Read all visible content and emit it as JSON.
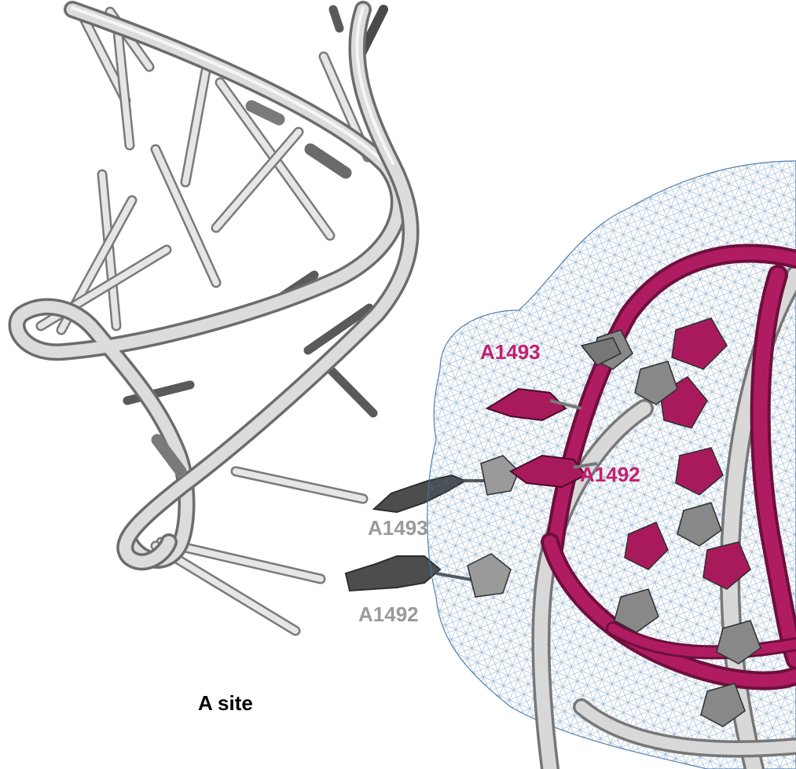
{
  "labels": {
    "site": "A site",
    "free_a1493": "A1493",
    "free_a1492": "A1492",
    "bound_a1493": "A1493",
    "bound_a1492": "A1492"
  },
  "colors": {
    "site_label": "#000000",
    "free_label": "#9a9a9a",
    "bound_label": "#c4206f",
    "rna_backbone": "#d4d4d4",
    "rna_dark": "#555555",
    "bound_ribbon": "#a81a5c",
    "mesh": "#3f74a8"
  },
  "icons": {
    "left_structure": "free-rna-helix-icon",
    "right_structure": "bound-rna-complex-icon",
    "mesh": "surface-mesh-icon"
  }
}
